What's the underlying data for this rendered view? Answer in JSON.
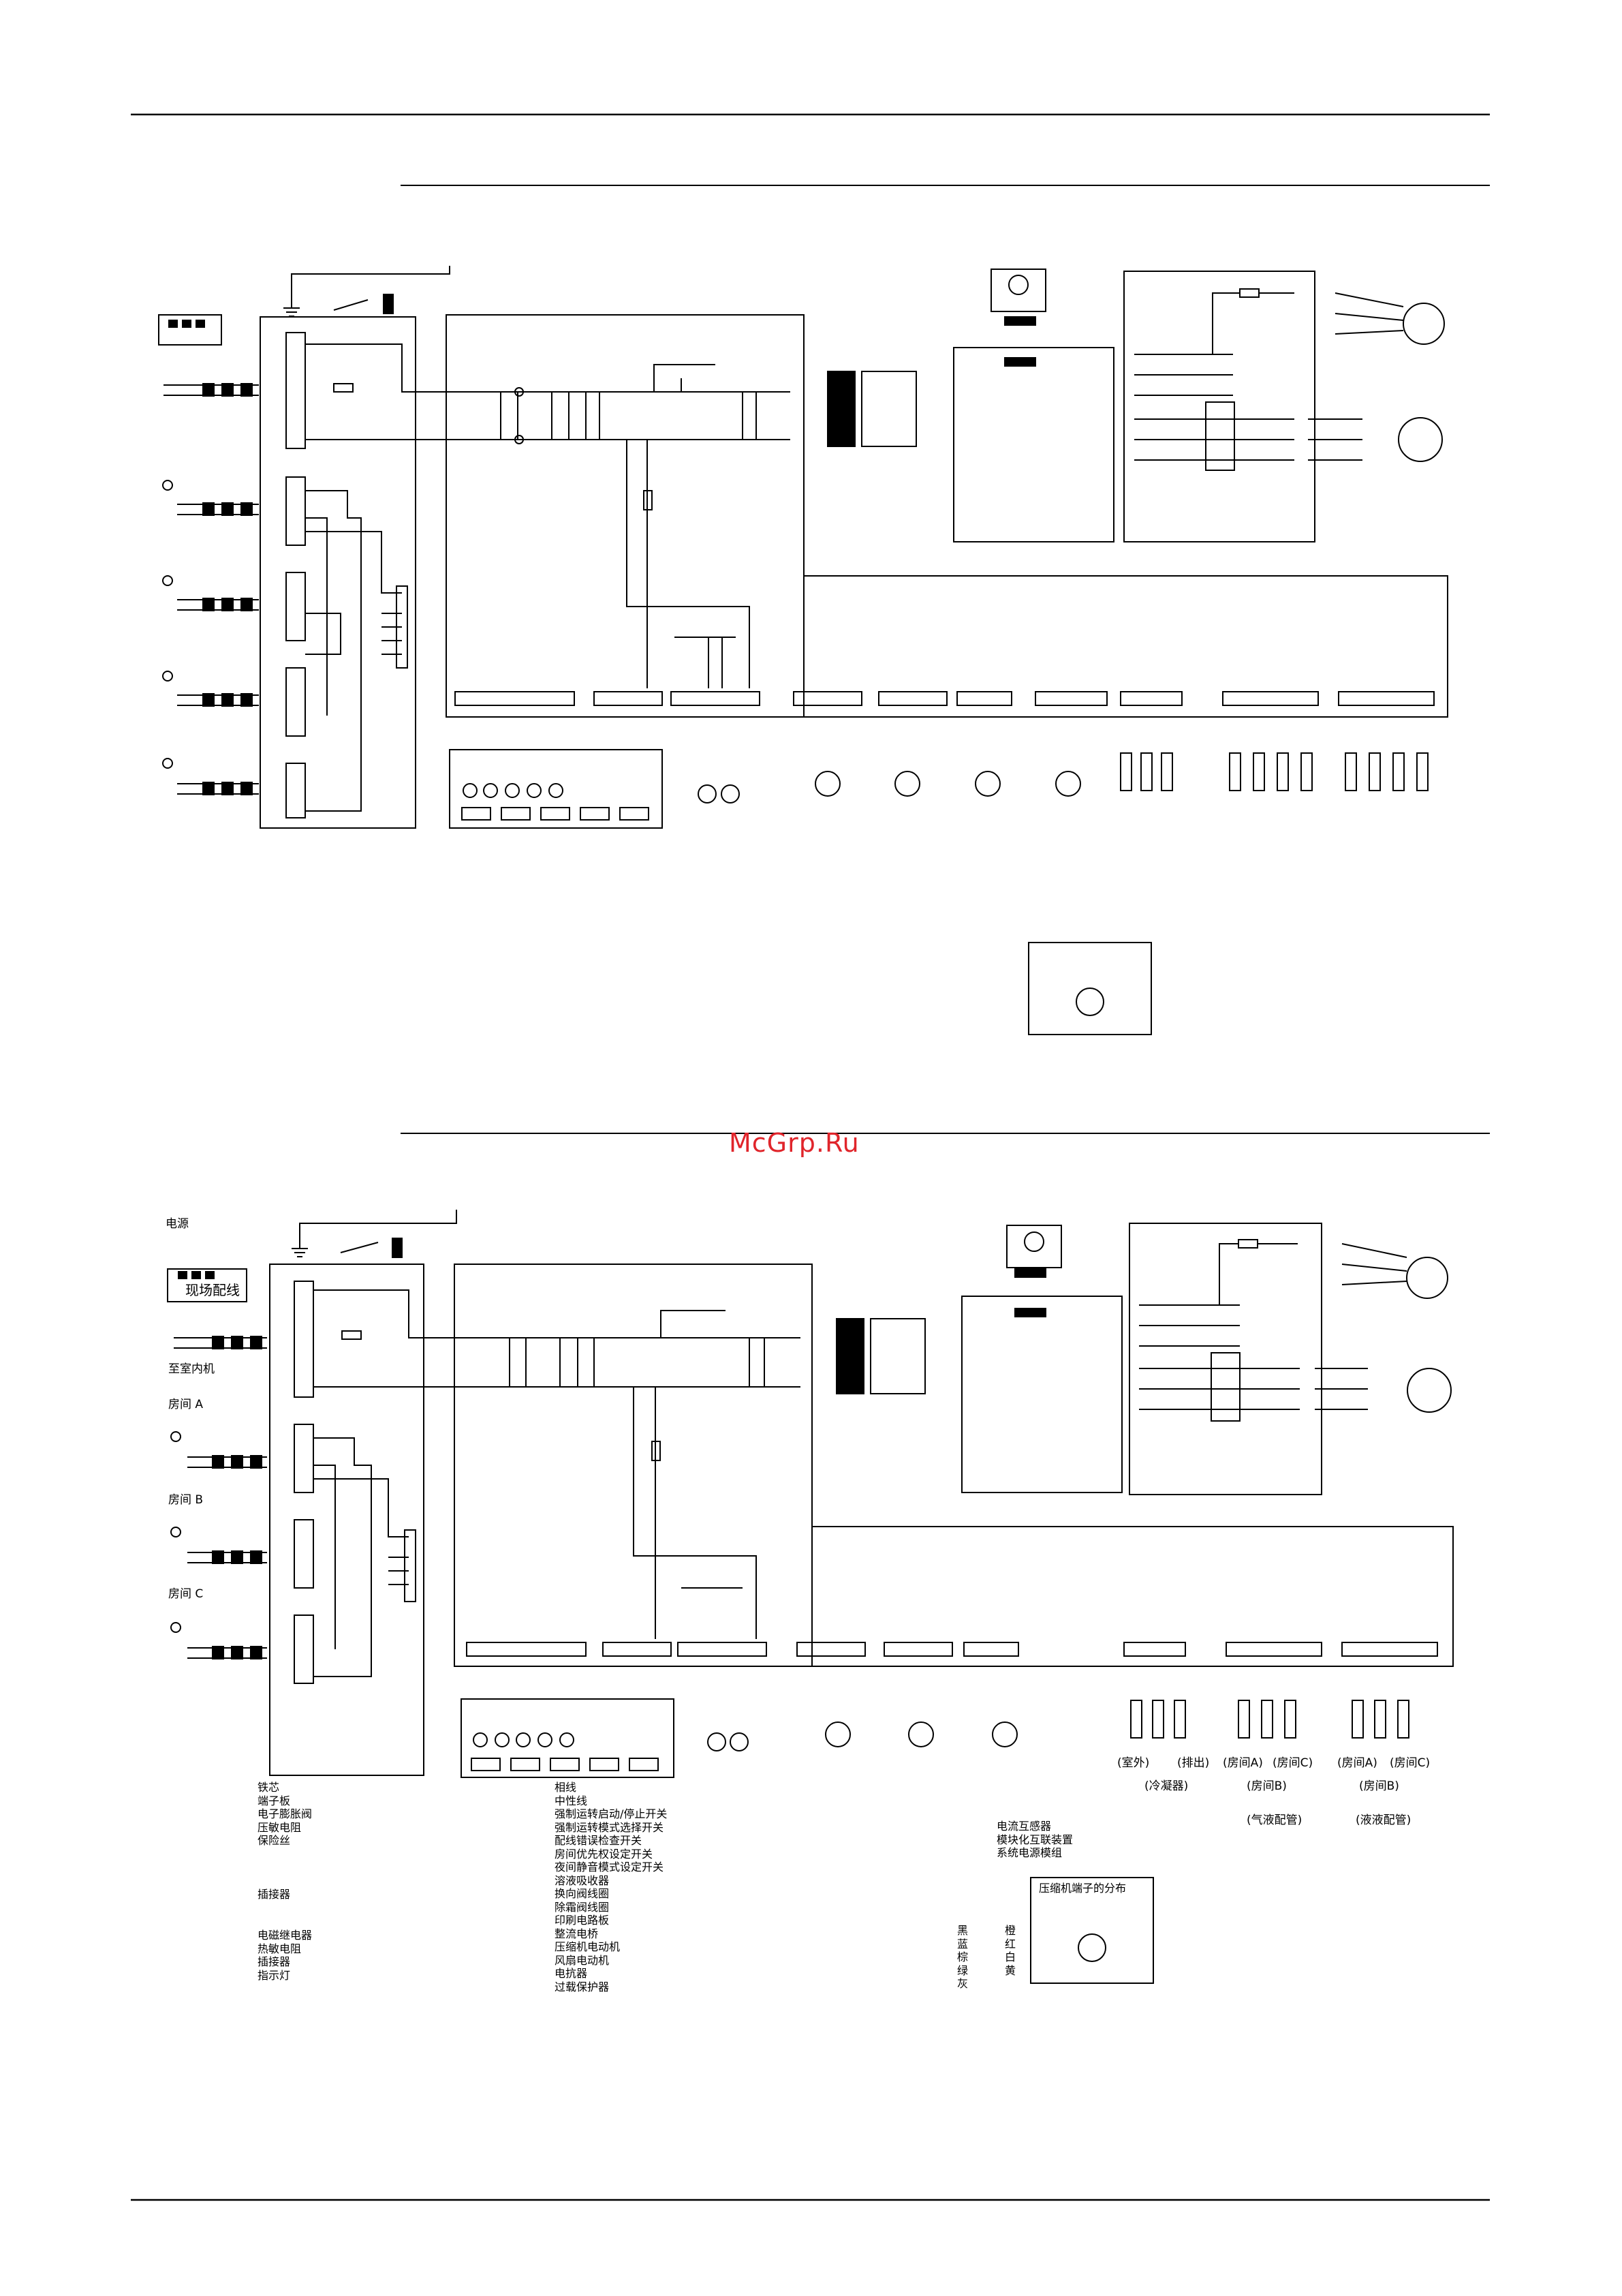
{
  "watermark": "McGrp.Ru",
  "labels": {
    "power_supply": "电源",
    "field_wiring": "现场配线",
    "to_indoor": "至室内机",
    "room_a": "房间 A",
    "room_b": "房间 B",
    "room_c": "房间 C",
    "outdoor": "(室外)",
    "discharge": "(排出)",
    "condenser": "(冷凝器)",
    "room_a_paren": "(房间A)",
    "room_c_paren": "(房间C)",
    "room_b_paren": "(房间B)",
    "gas_pipe": "(气液配管)",
    "liquid_pipe": "(液液配管)",
    "compressor_terminal": "压缩机端子的分布"
  },
  "legend_left_1": [
    "铁芯",
    "端子板",
    "电子膨胀阀",
    "压敏电阻",
    "保险丝"
  ],
  "legend_left_2": [
    "插接器"
  ],
  "legend_left_3": [
    "电磁继电器",
    "热敏电阻",
    "插接器",
    "指示灯"
  ],
  "legend_mid": [
    "相线",
    "中性线",
    "强制运转启动/停止开关",
    "强制运转模式选择开关",
    "配线错误检查开关",
    "房间优先权设定开关",
    "夜间静音模式设定开关",
    "溶液吸收器",
    "换向阀线圈",
    "除霜阀线圈",
    "印刷电路板",
    "整流电桥",
    "压缩机电动机",
    "风扇电动机",
    "电抗器",
    "过载保护器"
  ],
  "legend_right": [
    "电流互感器",
    "模块化互联装置",
    "系统电源模组"
  ],
  "wire_colors_left": [
    "黑",
    "蓝",
    "棕",
    "绿",
    "灰"
  ],
  "wire_colors_right": [
    "橙",
    "红",
    "白",
    "黄"
  ]
}
